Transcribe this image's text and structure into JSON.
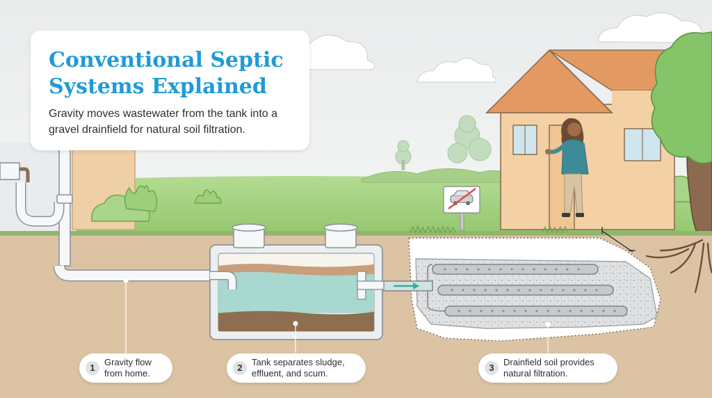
{
  "header": {
    "title": "Conventional Septic Systems Explained",
    "subtitle": "Gravity moves wastewater from the tank into a gravel drainfield for natural soil filtration."
  },
  "callouts": [
    {
      "number": "1",
      "text": "Gravity flow\nfrom home."
    },
    {
      "number": "2",
      "text": "Tank separates sludge,\neffluent, and scum."
    },
    {
      "number": "3",
      "text": "Drainfield soil provides\nnatural filtration."
    }
  ],
  "icons": {
    "sign": "no-vehicle-icon",
    "flow": "flow-arrow-icon"
  },
  "colors": {
    "title": "#1f9bd7",
    "soil": "#dcc3a4",
    "grass": "#9ccf78",
    "effluent": "#a8d8d0",
    "sludge": "#8d6e4f",
    "house_wall": "#f3d1a4",
    "roof": "#e39a62"
  }
}
